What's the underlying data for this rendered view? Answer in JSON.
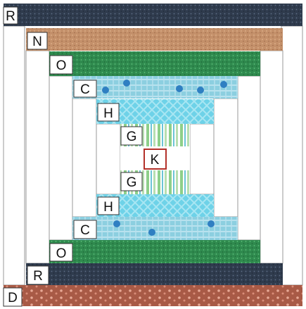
{
  "title": "",
  "colors": {
    "R": "#2f3b4d",
    "N": "#c4906a",
    "O": "#2f8a4e",
    "C": "#8ccfe0",
    "H": "#6ed2e8",
    "G": "#a9d9a0",
    "K": "#ffffff",
    "D": "#a85a46",
    "background": "#ffffff",
    "seam": "#9a9a9a",
    "label_bg": "#ffffff",
    "label_border": "#333333",
    "center_border": "#b3312a"
  },
  "labels": {
    "top_r": "R",
    "top_n": "N",
    "top_o": "O",
    "top_c": "C",
    "top_h": "H",
    "top_g": "G",
    "center_k": "K",
    "bottom_g": "G",
    "bottom_h": "H",
    "bottom_c": "C",
    "bottom_o": "O",
    "bottom_r": "R",
    "bottom_d": "D"
  },
  "legend_icons": {
    "R": "dark-navy-dotted-fabric",
    "N": "tan-speckled-fabric",
    "O": "green-speckled-fabric",
    "C": "blue-gingham-flower-fabric",
    "H": "turquoise-lattice-fabric",
    "G": "green-stripe-fabric",
    "K": "white-fabric",
    "D": "rust-dot-fabric"
  }
}
